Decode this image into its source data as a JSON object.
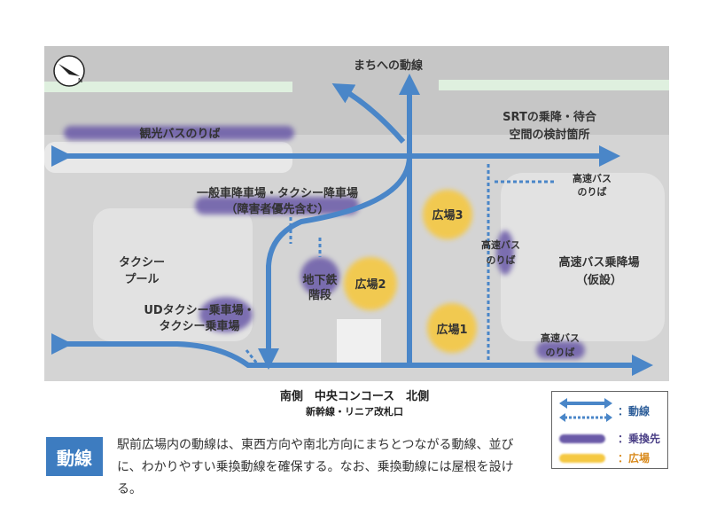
{
  "map": {
    "north_mark": "N",
    "labels": {
      "to_town": "まちへの動線",
      "sightseeing_bus": "観光バスのりば",
      "srt_1": "SRTの乗降・待合",
      "srt_2": "空間の検討箇所",
      "dropoff_1": "一般車降車場・タクシー降車場",
      "dropoff_2": "（障害者優先含む）",
      "highway_bus_top_1": "高速バス",
      "highway_bus_top_2": "のりば",
      "plaza3": "広場3",
      "plaza2": "広場2",
      "plaza1": "広場1",
      "taxi_pool_1": "タクシー",
      "taxi_pool_2": "プール",
      "subway_1": "地下鉄",
      "subway_2": "階段",
      "highway_bus_mid_1": "高速バス",
      "highway_bus_mid_2": "のりば",
      "highway_bus_area_1": "高速バス乗降場",
      "highway_bus_area_2": "（仮設）",
      "ud_taxi_1": "UDタクシー乗車場・",
      "ud_taxi_2": "タクシー乗車場",
      "highway_bus_bottom_1": "高速バス",
      "highway_bus_bottom_2": "のりば"
    }
  },
  "footer": {
    "concourse": "南側　中央コンコース　北側",
    "gate": "新幹線・リニア改札口"
  },
  "legend": {
    "route": "：動線",
    "transfer": "：乗換先",
    "plaza": "：広場"
  },
  "note": {
    "badge": "動線",
    "text": "駅前広場内の動線は、東西方向や南北方向にまちとつながる動線、並びに、わかりやすい乗換動線を確保する。なお、乗換動線には屋根を設ける。"
  },
  "colors": {
    "route": "#4a86c8",
    "transfer": "#6a5aa8",
    "plaza": "#f5c842",
    "map_bg": "#dcdcdc",
    "road": "#c8c8c8"
  }
}
